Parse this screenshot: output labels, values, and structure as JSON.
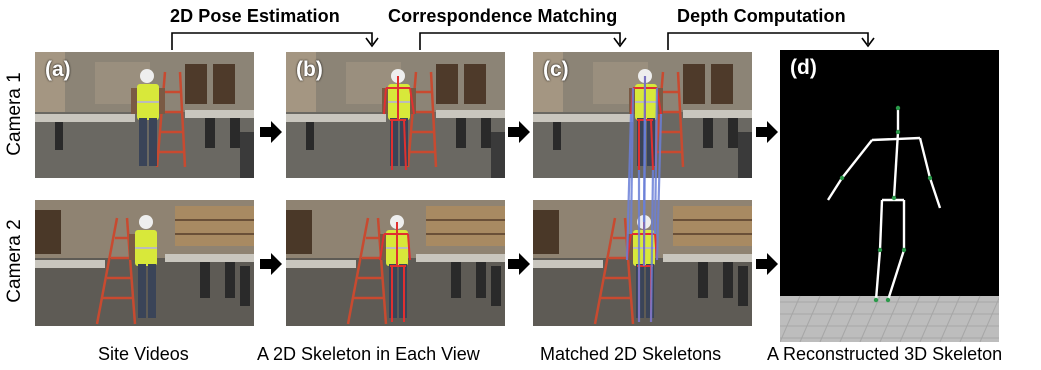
{
  "steps": [
    {
      "label": "2D Pose Estimation"
    },
    {
      "label": "Correspondence Matching"
    },
    {
      "label": "Depth Computation"
    }
  ],
  "cameras": [
    {
      "label": "Camera 1"
    },
    {
      "label": "Camera 2"
    }
  ],
  "panels": [
    {
      "tag": "(a)",
      "caption": "Site Videos"
    },
    {
      "tag": "(b)",
      "caption": "A 2D Skeleton in Each View"
    },
    {
      "tag": "(c)",
      "caption": "Matched 2D Skeletons"
    },
    {
      "tag": "(d)",
      "caption": "A Reconstructed 3D Skeleton"
    }
  ],
  "colors": {
    "skeleton2d": "#e03030",
    "match_lines": "#6a7fd8",
    "skeleton3d": "#ffffff",
    "vest": "#d8e83a",
    "ladder": "#c84a30",
    "floor": "#bdbdbd"
  },
  "icons": [
    "right-arrow-icon",
    "bracket-arrow-icon"
  ]
}
